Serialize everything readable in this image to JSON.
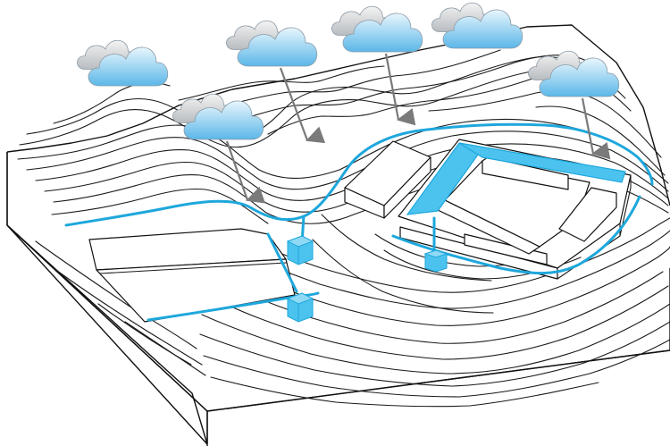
{
  "colors": {
    "water": "#1ea7dc",
    "water_fill": "#4cc3ef",
    "arrow": "#7a7a7a",
    "cloud_front_top": "#e8f6fd",
    "cloud_front_bottom": "#5bb7e8",
    "cloud_back_top": "#f4f4f4",
    "cloud_back_bottom": "#b8bcc0",
    "line": "#111111"
  },
  "icons": {
    "rain_cloud": "cloud-icon",
    "rain_arrow": "down-arrow-icon",
    "storage_tank": "tank-icon"
  },
  "clouds": [
    {
      "id": "cloud-1",
      "has_arrow": false
    },
    {
      "id": "cloud-2",
      "has_arrow": true
    },
    {
      "id": "cloud-3",
      "has_arrow": true
    },
    {
      "id": "cloud-4",
      "has_arrow": true
    },
    {
      "id": "cloud-5",
      "has_arrow": false
    },
    {
      "id": "cloud-6",
      "has_arrow": true
    }
  ]
}
